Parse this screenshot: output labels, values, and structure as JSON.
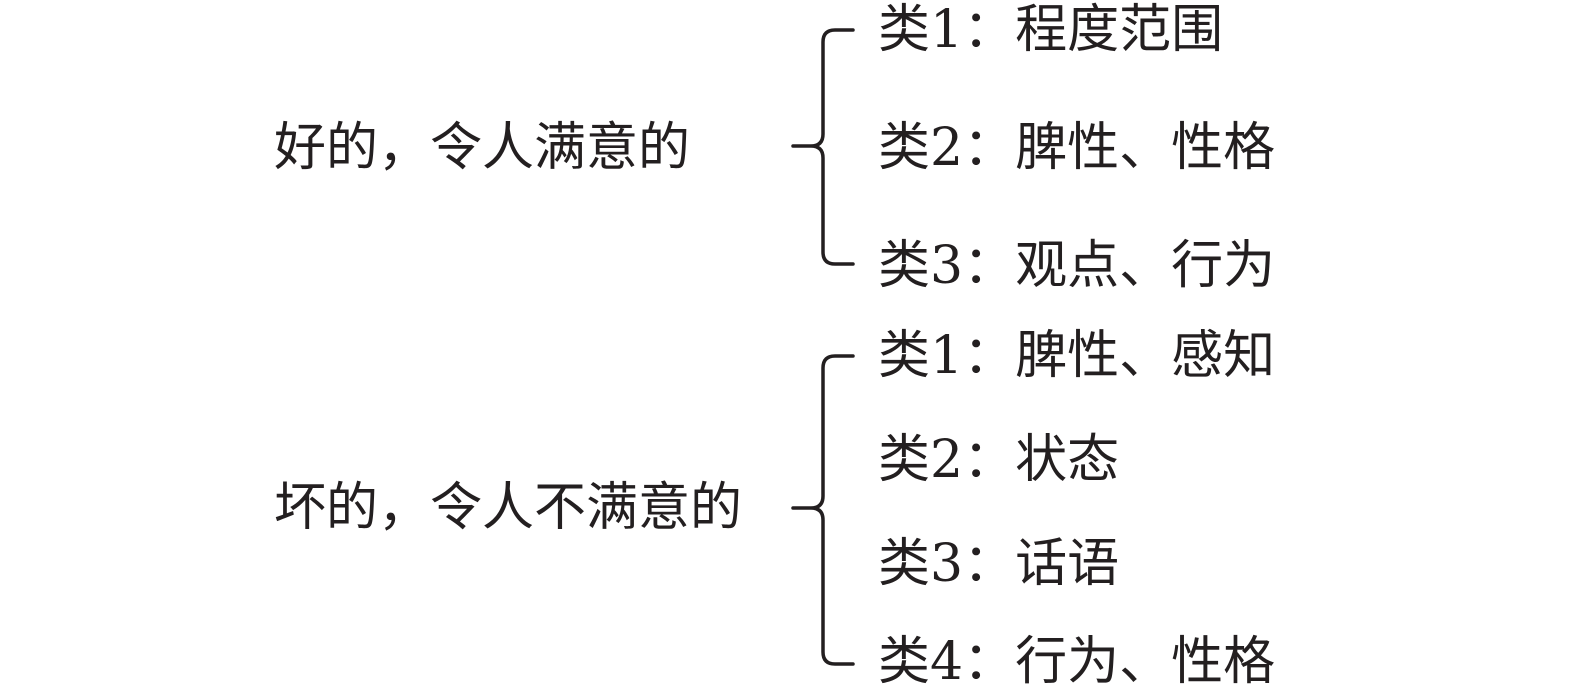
{
  "groups": [
    {
      "label": "好的，令人满意的",
      "items": [
        "类1：程度范围",
        "类2：脾性、性格",
        "类3：观点、行为"
      ]
    },
    {
      "label": "坏的，令人不满意的",
      "items": [
        "类1：脾性、感知",
        "类2：状态",
        "类3：话语",
        "类4：行为、性格"
      ]
    }
  ],
  "colors": {
    "text": "#231f20",
    "background": "#ffffff"
  }
}
